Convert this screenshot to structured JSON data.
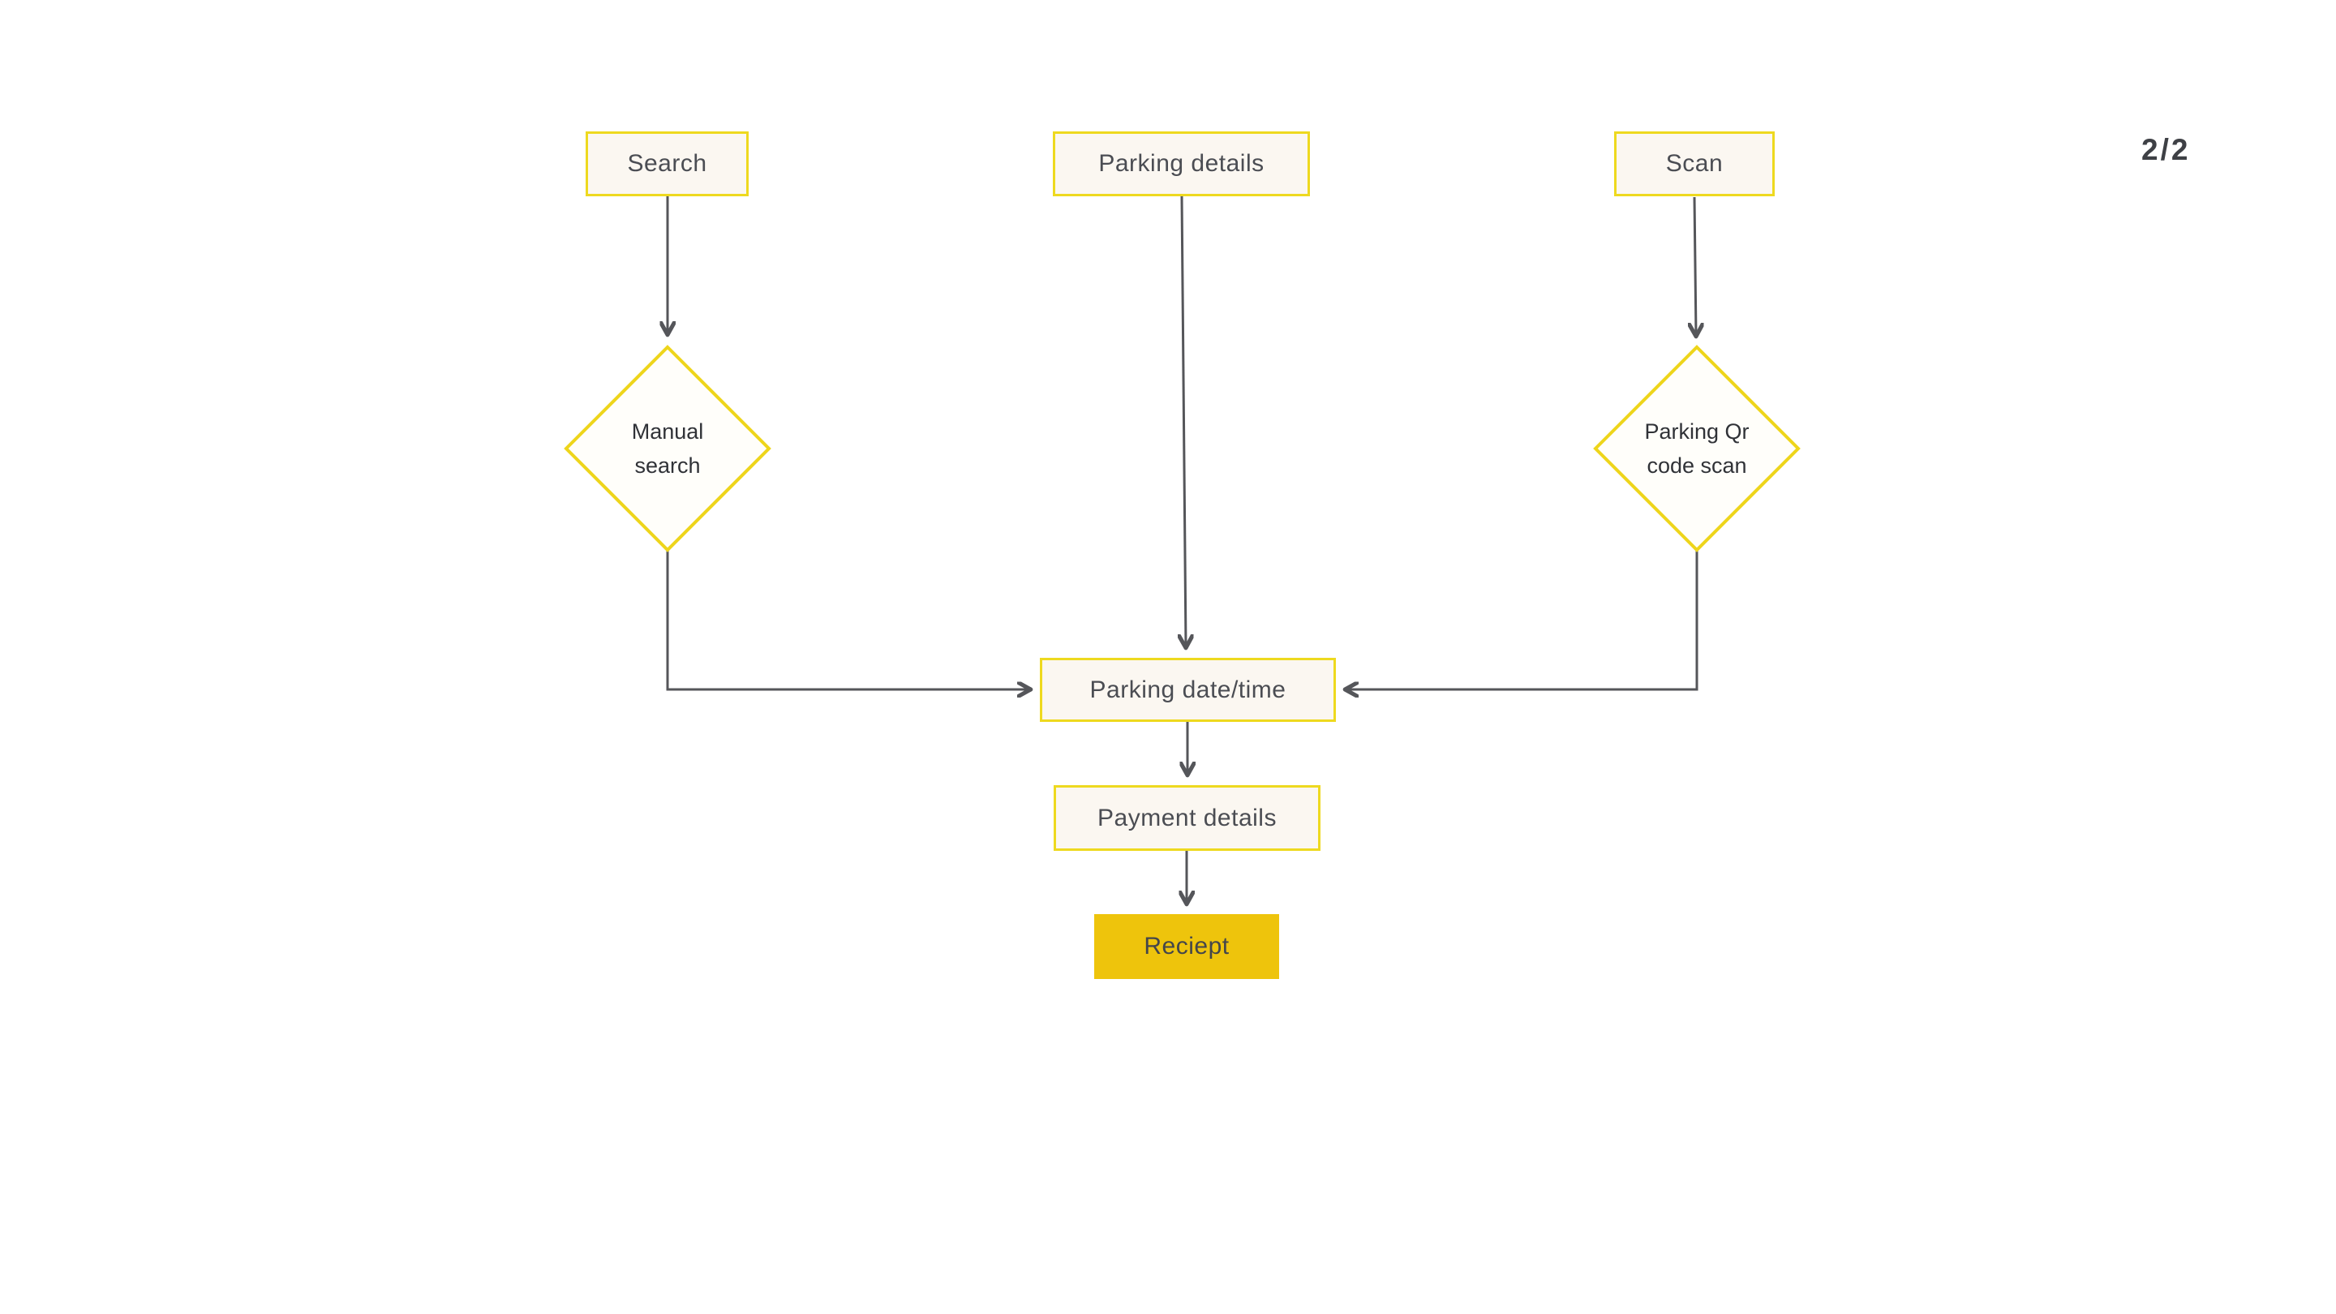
{
  "page": {
    "indicator": "2/2"
  },
  "colors": {
    "background": "#ffffff",
    "node_border_yellow": "#eed91f",
    "node_fill_cream": "#fbf7f1",
    "diamond_fill": "#fffefa",
    "receipt_fill_yellow": "#eec40c",
    "connector_gray": "#55565a",
    "text_gray": "#4b4d53",
    "diamond_text": "#303237"
  },
  "flowchart": {
    "nodes": {
      "search": {
        "label": "Search",
        "shape": "rectangle"
      },
      "parking_details": {
        "label": "Parking details",
        "shape": "rectangle"
      },
      "scan": {
        "label": "Scan",
        "shape": "rectangle"
      },
      "manual_search": {
        "label": "Manual search",
        "shape": "diamond"
      },
      "qr_scan": {
        "label": "Parking Qr code scan",
        "shape": "diamond"
      },
      "parking_datetime": {
        "label": "Parking date/time",
        "shape": "rectangle"
      },
      "payment_details": {
        "label": "Payment details",
        "shape": "rectangle"
      },
      "receipt": {
        "label": "Reciept",
        "shape": "rectangle-filled"
      }
    },
    "edges": [
      {
        "from": "search",
        "to": "manual_search"
      },
      {
        "from": "manual_search",
        "to": "parking_datetime"
      },
      {
        "from": "parking_details",
        "to": "parking_datetime"
      },
      {
        "from": "scan",
        "to": "qr_scan"
      },
      {
        "from": "qr_scan",
        "to": "parking_datetime"
      },
      {
        "from": "parking_datetime",
        "to": "payment_details"
      },
      {
        "from": "payment_details",
        "to": "receipt"
      }
    ]
  }
}
